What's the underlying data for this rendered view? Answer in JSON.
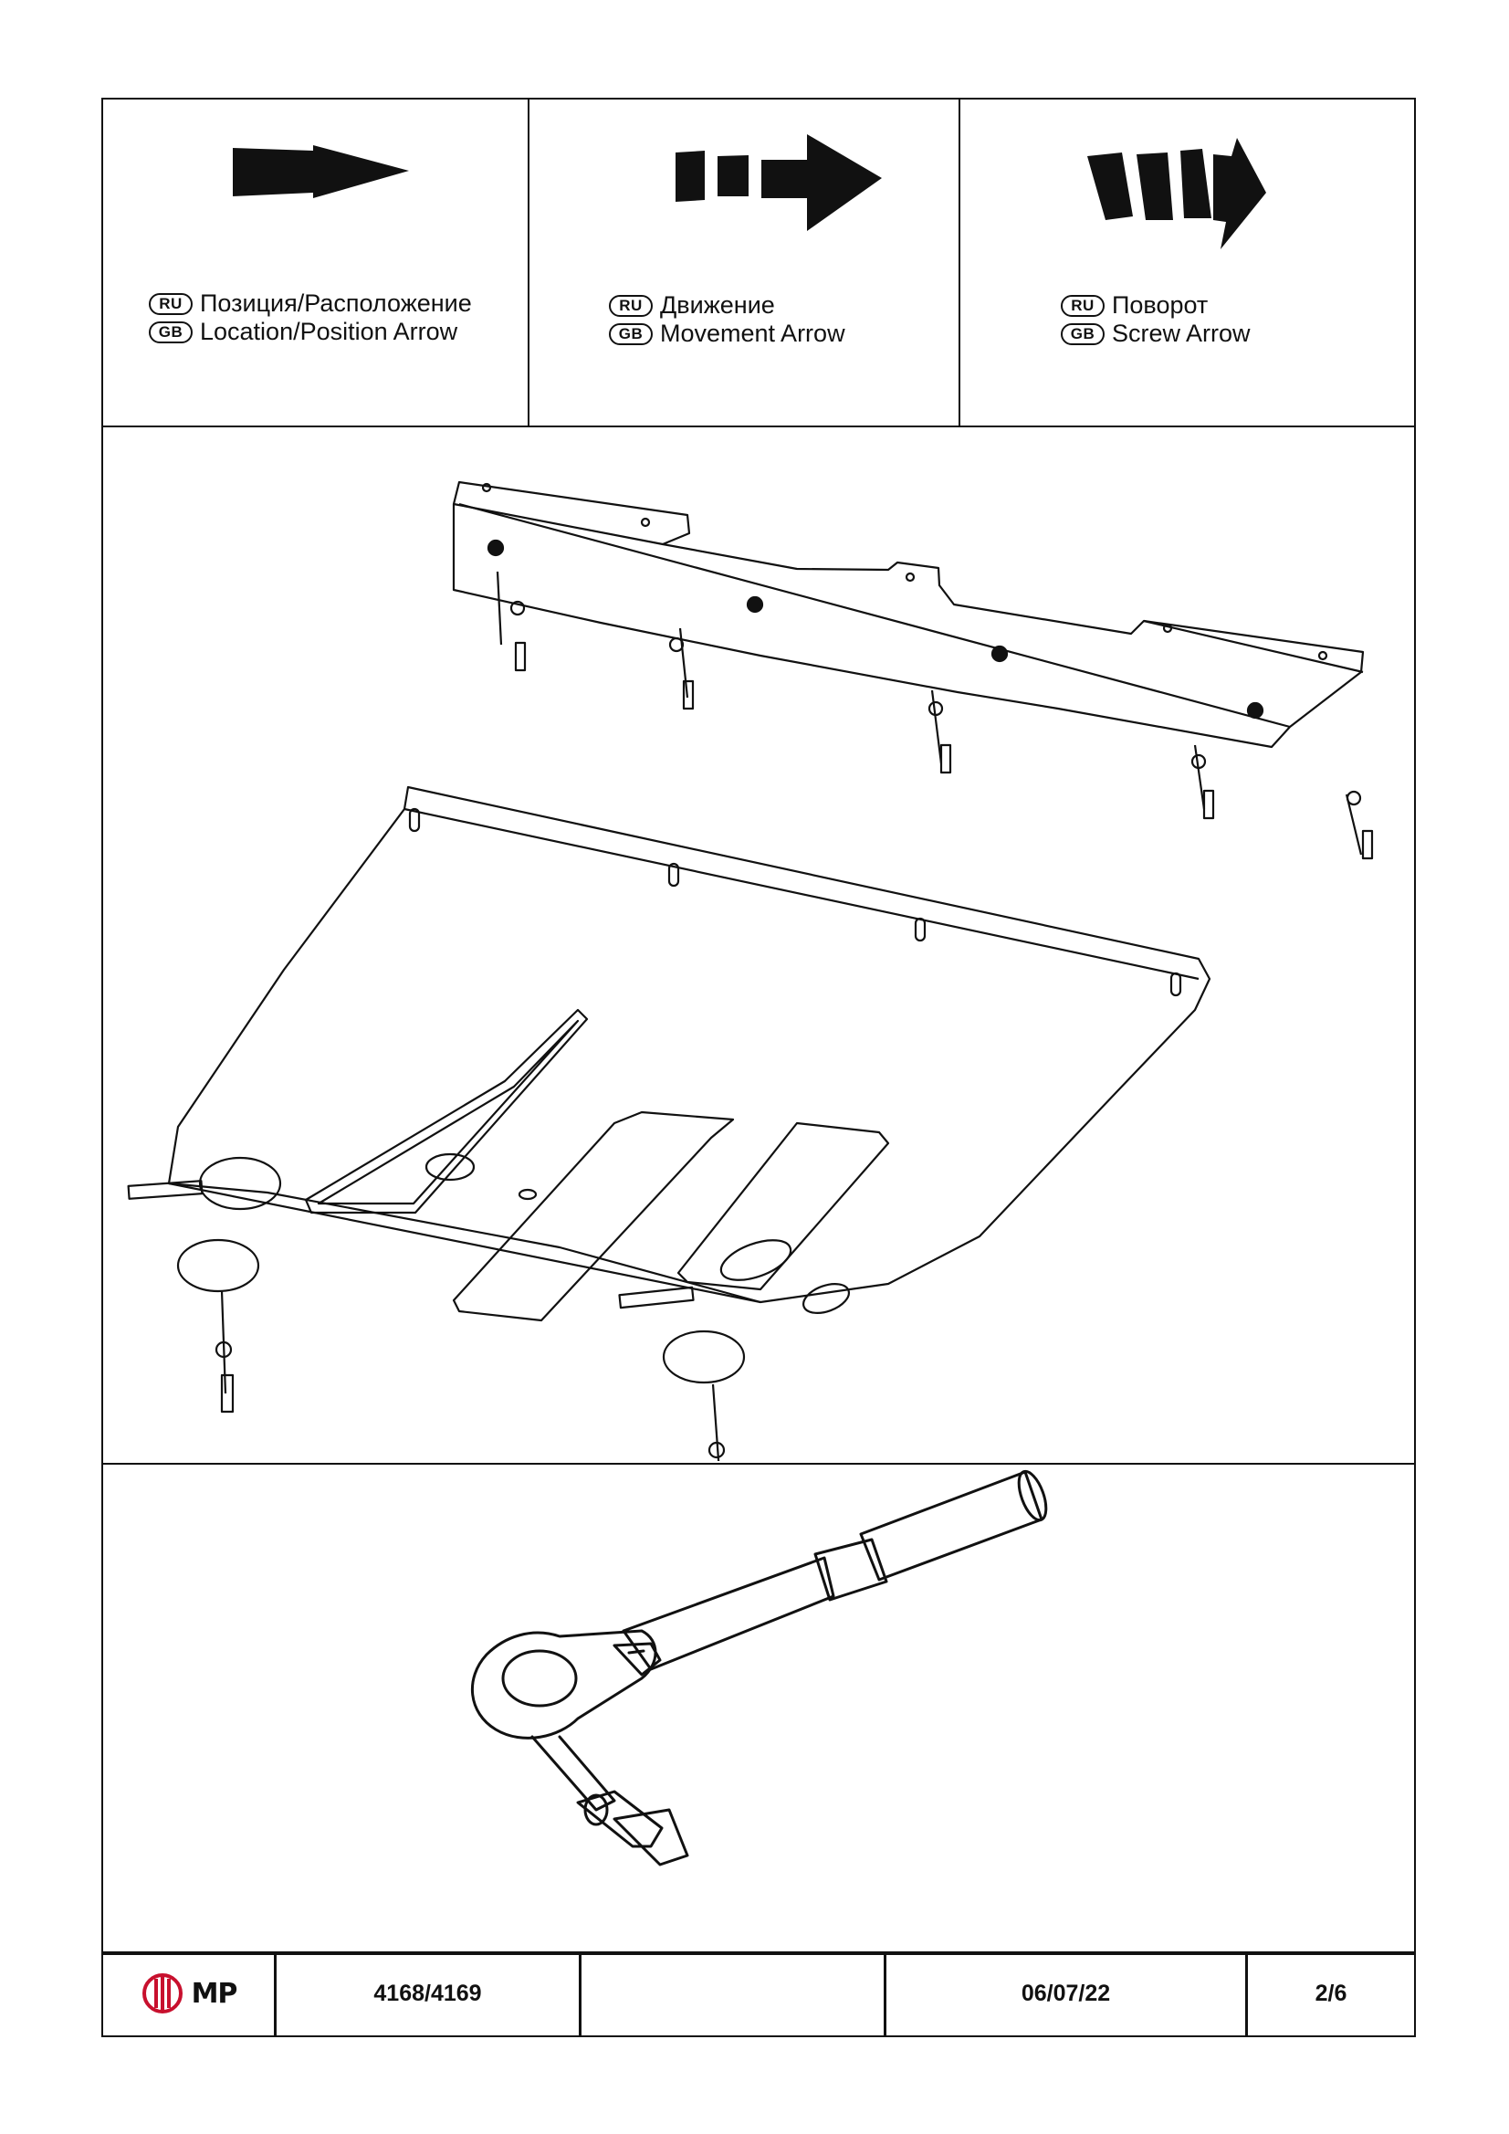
{
  "legend": [
    {
      "icon": "location-arrow-icon",
      "ru_badge": "RU",
      "gb_badge": "GB",
      "ru_text": "Позиция/Расположение",
      "gb_text": "Location/Position Arrow"
    },
    {
      "icon": "movement-arrow-icon",
      "ru_badge": "RU",
      "gb_badge": "GB",
      "ru_text": "Движение",
      "gb_text": "Movement Arrow"
    },
    {
      "icon": "screw-arrow-icon",
      "ru_badge": "RU",
      "gb_badge": "GB",
      "ru_text": "Поворот",
      "gb_text": "Screw Arrow"
    }
  ],
  "diagram": {
    "subject": "skid-plate-assembly",
    "tool": "ratchet-wrench-icon"
  },
  "footer": {
    "brand": "MP",
    "brand_color": "#c8102e",
    "part_number": "4168/4169",
    "blank": "",
    "date": "06/07/22",
    "page": "2/6"
  }
}
